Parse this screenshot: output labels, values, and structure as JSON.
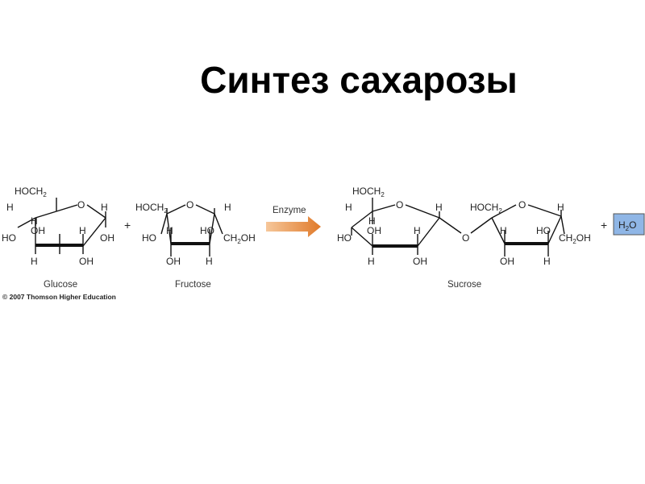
{
  "slide": {
    "title": "Синтез сахарозы"
  },
  "reaction": {
    "plus": "+",
    "arrow_label": "Enzyme",
    "colors": {
      "arrow": "#e8873a",
      "water_box": "#8fb6e6",
      "bond": "#111111"
    },
    "glucose": {
      "label": "Glucose",
      "atoms": {
        "ch2_main": "HOCH",
        "ch2_sub": "2",
        "ring_o": "O",
        "c5_h": "H",
        "c4_h_up": "H",
        "c4_ho": "HO",
        "c3_oh": "OH",
        "c2_h": "H",
        "c3_h": "H",
        "c2_oh": "OH",
        "c1_h": "H",
        "c1_oh": "OH"
      }
    },
    "fructose": {
      "label": "Fructose",
      "atoms": {
        "ch2_main": "HOCH",
        "ch2_sub": "2",
        "ring_o": "O",
        "c5_h": "H",
        "c2_ho": "HO",
        "c3_h": "H",
        "c3_oh": "OH",
        "c4_ho": "HO",
        "c4_h": "H",
        "ch2oh_pre": "CH",
        "ch2oh_sub": "2",
        "ch2oh_post": "OH"
      }
    },
    "sucrose": {
      "label": "Sucrose",
      "link_o": "O",
      "glucose_unit": {
        "ch2_main": "HOCH",
        "ch2_sub": "2",
        "ring_o": "O",
        "c5_h": "H",
        "c4_h_up": "H",
        "c4_ho": "HO",
        "c3_oh": "OH",
        "c2_h": "H",
        "c3_h": "H",
        "c2_oh": "OH",
        "c1_h": "H"
      },
      "fructose_unit": {
        "ch2_main": "HOCH",
        "ch2_sub": "2",
        "ring_o": "O",
        "c5_h": "H",
        "c3_h": "H",
        "c3_oh": "OH",
        "c4_ho": "HO",
        "c4_h": "H",
        "ch2oh_pre": "CH",
        "ch2oh_sub": "2",
        "ch2oh_post": "OH"
      }
    },
    "water": {
      "main": "H",
      "sub": "2",
      "post": "O"
    }
  },
  "credit": "© 2007 Thomson Higher Education"
}
